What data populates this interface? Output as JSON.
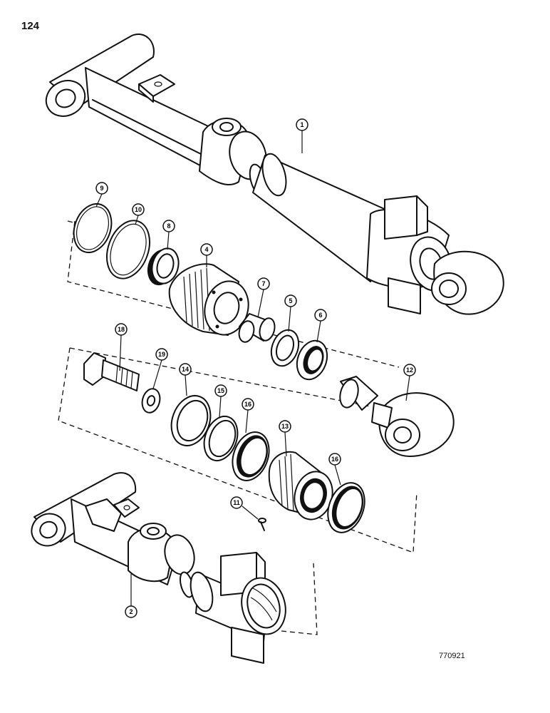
{
  "page": {
    "number": "124",
    "drawing_code": "770921"
  },
  "callouts": {
    "c1": "1",
    "c2": "2",
    "c4": "4",
    "c5": "5",
    "c6": "6",
    "c7": "7",
    "c8": "8",
    "c9": "9",
    "c10": "10",
    "c11": "11",
    "c12": "12",
    "c13": "13",
    "c14": "14",
    "c15": "15",
    "c16a": "16",
    "c16b": "16",
    "c18": "18",
    "c19": "19"
  }
}
